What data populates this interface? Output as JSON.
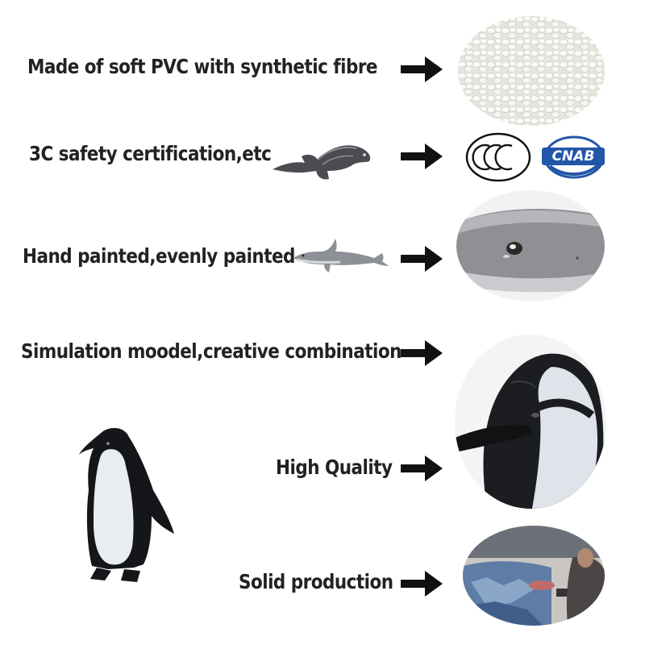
{
  "features": [
    {
      "label": "Made of soft PVC with synthetic fibre"
    },
    {
      "label": "3C safety certification,etc"
    },
    {
      "label": "Hand painted,evenly painted"
    },
    {
      "label": "Simulation moodel,creative combination"
    },
    {
      "label": "High Quality"
    },
    {
      "label": "Solid production"
    }
  ],
  "certification": {
    "ccc_mark": "CCC",
    "cnab_logo": "CNAB"
  },
  "colors": {
    "text": "#222222",
    "arrow": "#111111",
    "figure_black": "#1a1a1e",
    "figure_white": "#eef0f4"
  }
}
